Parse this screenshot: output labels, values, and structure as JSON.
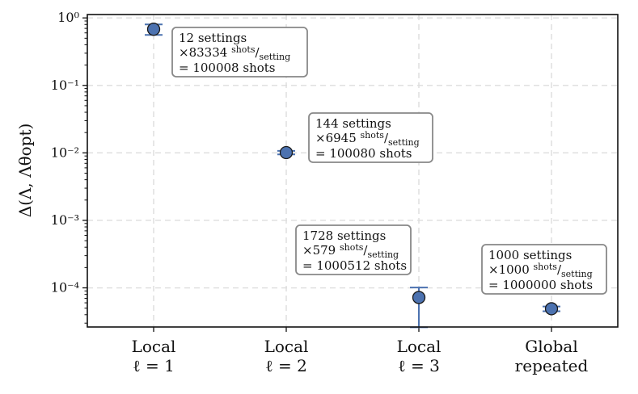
{
  "chart_data": {
    "type": "scatter",
    "y_scale": "log",
    "ylim_log10": [
      -4.58,
      0.05
    ],
    "ylabel": "Δ(Λ, Λθopt)",
    "y_ticks": [
      {
        "value": 1,
        "label": "10⁰"
      },
      {
        "value": 0.1,
        "label": "10⁻¹"
      },
      {
        "value": 0.01,
        "label": "10⁻²"
      },
      {
        "value": 0.001,
        "label": "10⁻³"
      },
      {
        "value": 0.0001,
        "label": "10⁻⁴"
      }
    ],
    "categories": [
      {
        "line1": "Local",
        "line2": "ℓ = 1"
      },
      {
        "line1": "Local",
        "line2": "ℓ = 2"
      },
      {
        "line1": "Local",
        "line2": "ℓ = 3"
      },
      {
        "line1": "Global",
        "line2": "repeated"
      }
    ],
    "points": [
      {
        "y": 0.68,
        "err_low": 0.56,
        "err_high": 0.8
      },
      {
        "y": 0.0101,
        "err_low": 0.0095,
        "err_high": 0.0107
      },
      {
        "y": 7.2e-05,
        "err_low": 2.6e-05,
        "err_high": 0.000101
      },
      {
        "y": 4.9e-05,
        "err_low": 4.5e-05,
        "err_high": 5.3e-05
      }
    ],
    "annotations": [
      {
        "settings": "12 settings",
        "mult": "×83334",
        "sup": "shots",
        "sub": "setting",
        "total": "= 100008 shots"
      },
      {
        "settings": "144 settings",
        "mult": "×6945",
        "sup": "shots",
        "sub": "setting",
        "total": "= 100080 shots"
      },
      {
        "settings": "1728 settings",
        "mult": "×579",
        "sup": "shots",
        "sub": "setting",
        "total": "= 1000512 shots"
      },
      {
        "settings": "1000 settings",
        "mult": "×1000",
        "sup": "shots",
        "sub": "setting",
        "total": "= 1000000 shots"
      }
    ],
    "grid": true,
    "colors": {
      "marker": "#4c72b0",
      "marker_edge": "#1a1a1a",
      "errorbar": "#4c72b0",
      "grid": "#dddddd"
    }
  }
}
